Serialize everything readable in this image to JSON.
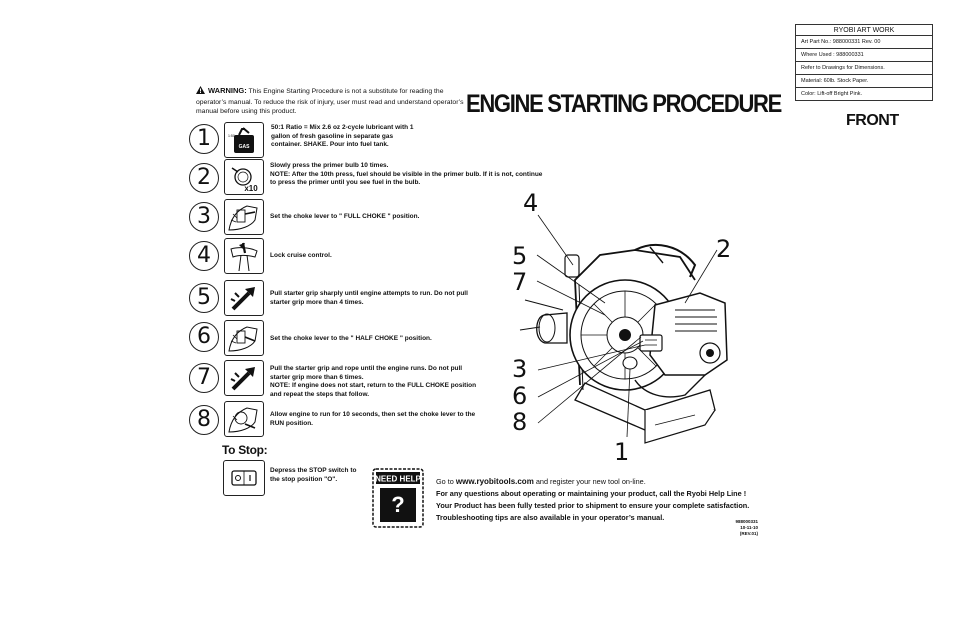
{
  "artwork": {
    "header": "RYOBI ART WORK",
    "rows": [
      "Art  Part  No.:    988000331     Rev. 00",
      "Where  Used :    988000331",
      "Refer to Drawings for Dimensions.",
      "Material: 60lb. Stock Paper.",
      "Color: Lift-off Bright Pink."
    ]
  },
  "title": "ENGINE STARTING PROCEDURE",
  "front_label": "FRONT",
  "warning": {
    "label": "WARNING:",
    "text": " This Engine Starting Procedure is not a substitute for reading the operator’s manual. To reduce the risk of injury, user must read and understand operator’s manual before using this product."
  },
  "steps": [
    {
      "num": "1",
      "icon": "gas-can-icon",
      "icon_label": "GAS",
      "text": "50:1 Ratio = Mix 2.6 oz 2-cycle lubricant with 1 gallon of fresh gasoline in separate gas container. SHAKE. Pour into fuel tank."
    },
    {
      "num": "2",
      "icon": "primer-bulb-icon",
      "icon_label": "x10",
      "text": "Slowly press the primer bulb 10 times.",
      "text2": "NOTE: After the 10th press, fuel should be visible in the primer bulb. If it is not, continue to press the primer until you see fuel in the bulb."
    },
    {
      "num": "3",
      "icon": "choke-lever-icon",
      "text": "Set the choke lever to \" FULL CHOKE \" position."
    },
    {
      "num": "4",
      "icon": "cruise-control-icon",
      "text": "Lock cruise control."
    },
    {
      "num": "5",
      "icon": "starter-pull-icon",
      "text": "Pull starter grip sharply until engine attempts to run. Do not pull starter grip more than 4 times."
    },
    {
      "num": "6",
      "icon": "half-choke-icon",
      "text": "Set the choke lever to the \" HALF CHOKE \" position."
    },
    {
      "num": "7",
      "icon": "starter-pull-icon",
      "text": "Pull the starter grip and rope until the engine runs. Do not pull starter grip more than 6 times.",
      "text2": "NOTE: If engine does not start, return to the FULL CHOKE position and repeat the steps that follow."
    },
    {
      "num": "8",
      "icon": "run-position-icon",
      "text": "Allow engine to run for 10 seconds, then set the choke lever to the RUN position."
    }
  ],
  "to_stop": {
    "label": "To Stop:",
    "text": "Depress the STOP switch to the stop position \"O\"."
  },
  "diagram_callouts": [
    "4",
    "5",
    "7",
    "2",
    "3",
    "6",
    "8",
    "1"
  ],
  "footer": {
    "line1_pre": "Go to ",
    "line1_url": "www.ryobitools.com",
    "line1_post": " and register your new tool on-line.",
    "line2": "For any questions about operating or maintaining your product, call the Ryobi",
    "line2_post": " Help Line !",
    "line3": "Your Product has been fully tested prior to shipment to ensure your complete satisfaction.",
    "line4": "Troubleshooting tips are also available in your operator’s manual."
  },
  "need_help": {
    "label": "NEED HELP"
  },
  "part_number": {
    "line1": "988000331",
    "line2": "10-11-10 (REV.01)"
  },
  "colors": {
    "ink": "#111111",
    "paper": "#ffffff"
  }
}
